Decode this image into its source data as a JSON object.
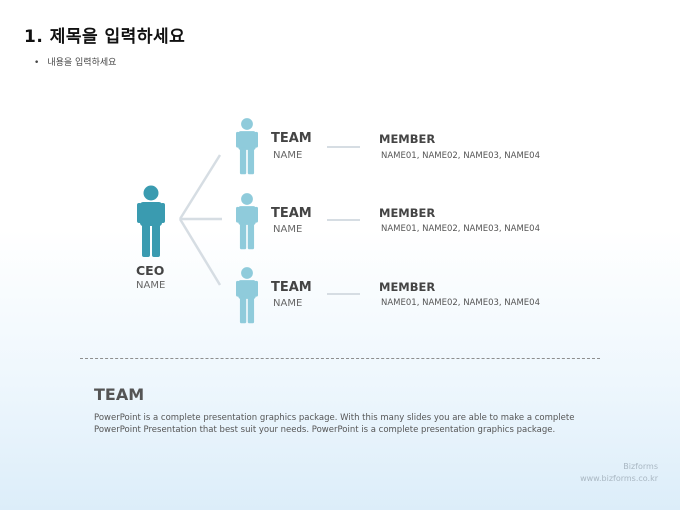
{
  "header": {
    "title": "1. 제목을 입력하세요",
    "bullet": "내용을 입력하세요"
  },
  "org": {
    "ceo": {
      "title": "CEO",
      "name": "NAME"
    },
    "teams": [
      {
        "title": "TEAM",
        "name": "NAME",
        "member_title": "MEMBER",
        "members": "NAME01, NAME02,  NAME03,  NAME04"
      },
      {
        "title": "TEAM",
        "name": "NAME",
        "member_title": "MEMBER",
        "members": "NAME01, NAME02,  NAME03,  NAME04"
      },
      {
        "title": "TEAM",
        "name": "NAME",
        "member_title": "MEMBER",
        "members": "NAME01, NAME02,  NAME03,  NAME04"
      }
    ]
  },
  "info": {
    "title": "TEAM",
    "body": " PowerPoint is a complete  presentation  graphics package. With this many slides you are able to make a complete\nPowerPoint  Presentation  that  best suit your needs. PowerPoint  is a complete  presentation  graphics package."
  },
  "brand": {
    "name": "Bizforms",
    "url": "www.bizforms.co.kr"
  },
  "colors": {
    "ceo_figure": "#3a9bb0",
    "team_figure": "#8fcbdb",
    "connector": "#d6dde3"
  }
}
